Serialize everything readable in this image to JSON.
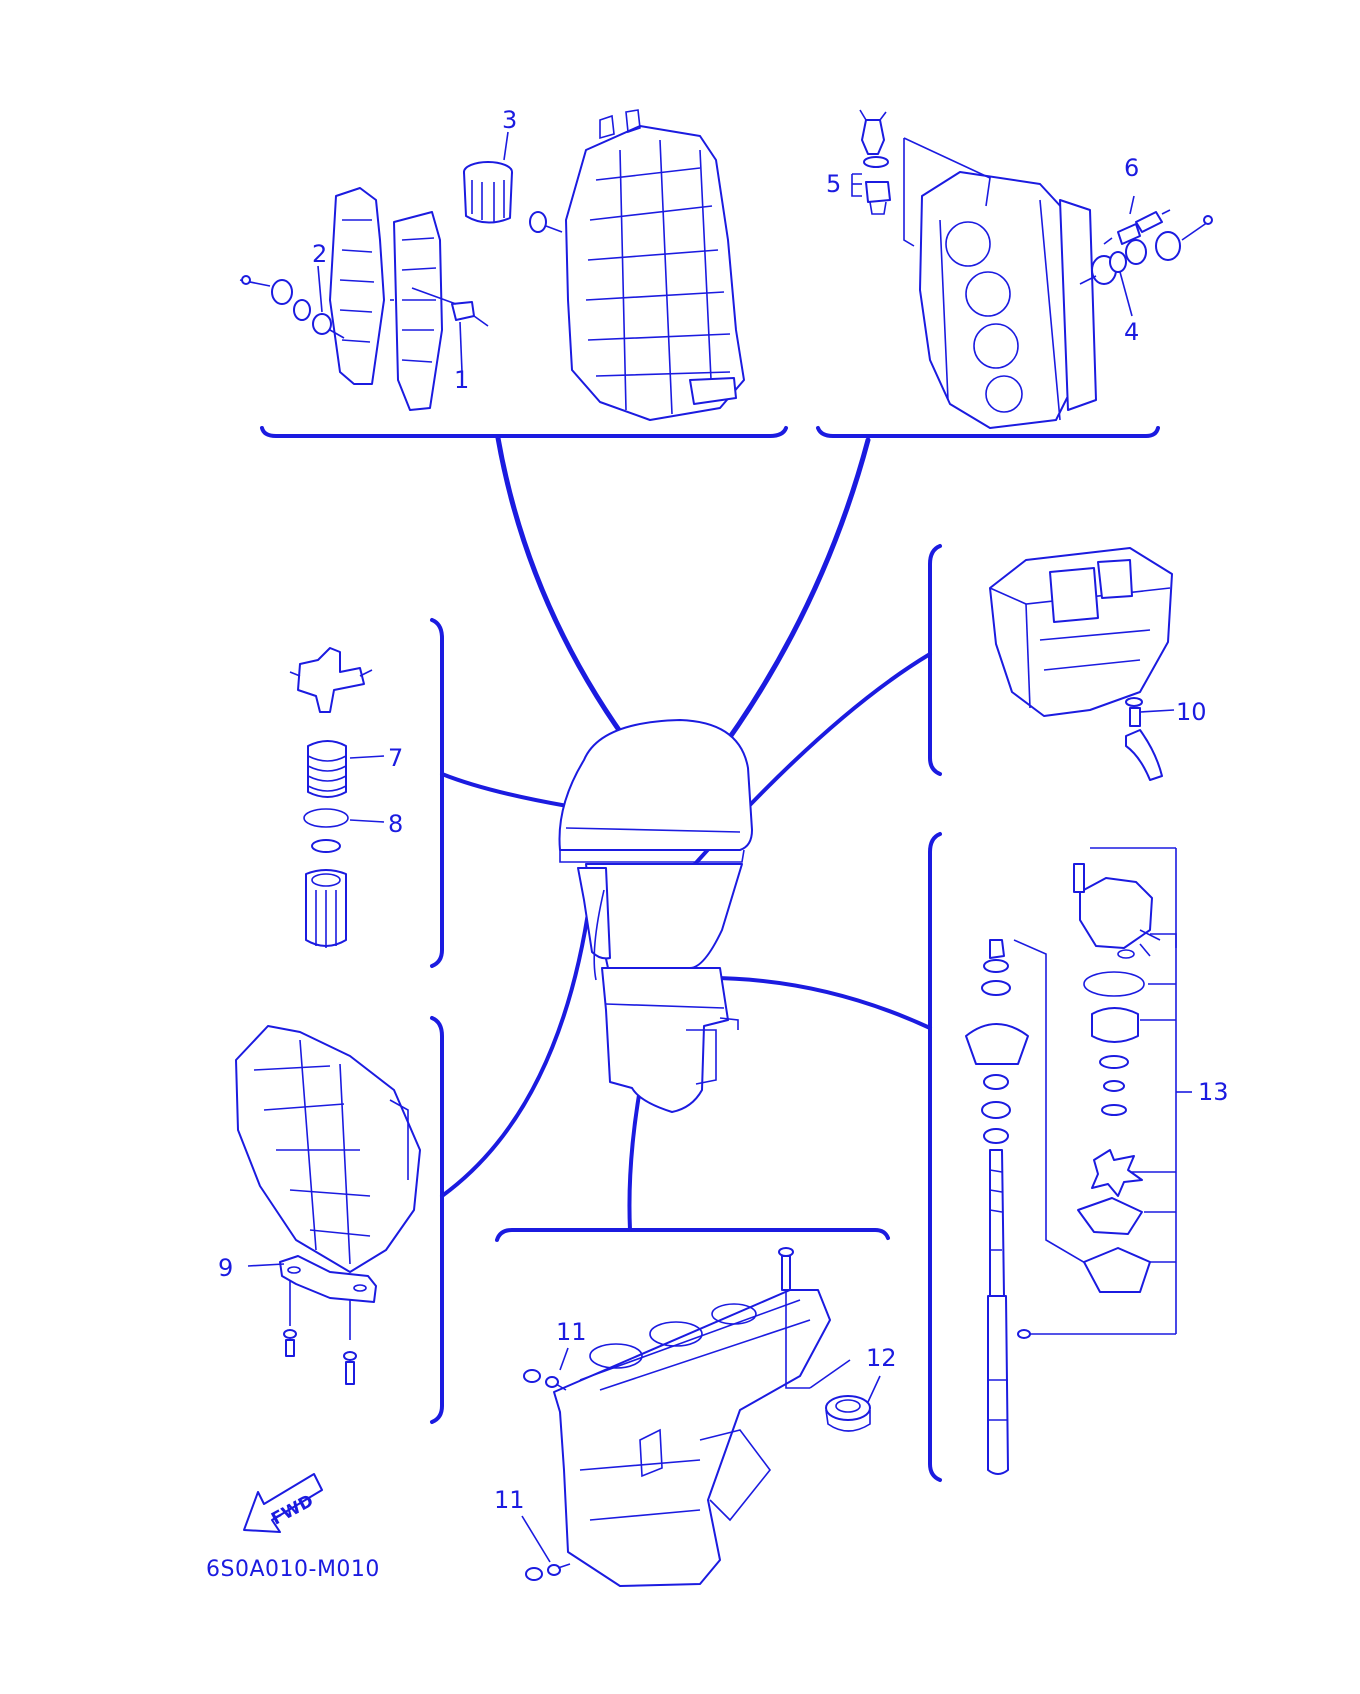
{
  "diagram": {
    "line_color": "#1b1be0",
    "background": "#ffffff",
    "callouts": [
      "1",
      "2",
      "3",
      "4",
      "5",
      "6",
      "7",
      "8",
      "9",
      "10",
      "11",
      "11",
      "12",
      "13"
    ],
    "fwd_label": "FWD",
    "drawing_code": "6S0A010-M010"
  }
}
